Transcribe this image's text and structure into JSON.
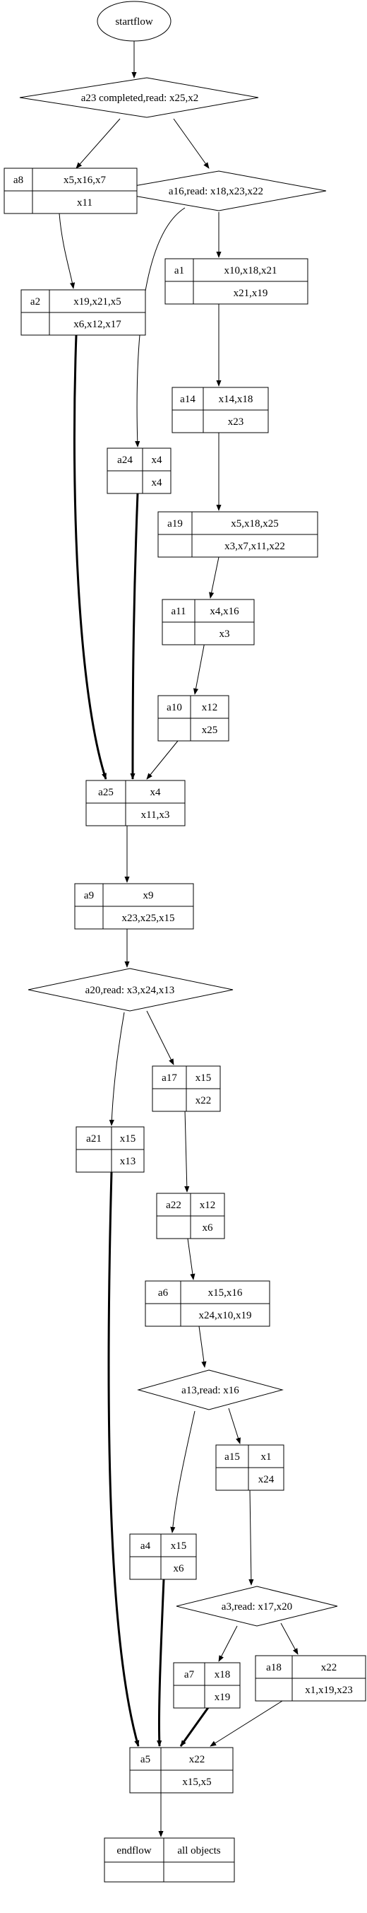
{
  "diagram": {
    "terminals": {
      "start": "startflow",
      "end_label": "endflow",
      "end_value": "all objects"
    },
    "decisions": {
      "d_a23": "a23 completed,read: x25,x2",
      "d_a16": "a16,read: x18,x23,x22",
      "d_a20": "a20,read: x3,x24,x13",
      "d_a13": "a13,read: x16",
      "d_a3": "a3,read: x17,x20"
    },
    "activities": {
      "a8": {
        "name": "a8",
        "writes": "x5,x16,x7",
        "reads": "x11"
      },
      "a1": {
        "name": "a1",
        "writes": "x10,x18,x21",
        "reads": "x21,x19"
      },
      "a2": {
        "name": "a2",
        "writes": "x19,x21,x5",
        "reads": "x6,x12,x17"
      },
      "a14": {
        "name": "a14",
        "writes": "x14,x18",
        "reads": "x23"
      },
      "a24": {
        "name": "a24",
        "writes": "x4",
        "reads": "x4"
      },
      "a19": {
        "name": "a19",
        "writes": "x5,x18,x25",
        "reads": "x3,x7,x11,x22"
      },
      "a11": {
        "name": "a11",
        "writes": "x4,x16",
        "reads": "x3"
      },
      "a10": {
        "name": "a10",
        "writes": "x12",
        "reads": "x25"
      },
      "a25": {
        "name": "a25",
        "writes": "x4",
        "reads": "x11,x3"
      },
      "a9": {
        "name": "a9",
        "writes": "x9",
        "reads": "x23,x25,x15"
      },
      "a17": {
        "name": "a17",
        "writes": "x15",
        "reads": "x22"
      },
      "a21": {
        "name": "a21",
        "writes": "x15",
        "reads": "x13"
      },
      "a22": {
        "name": "a22",
        "writes": "x12",
        "reads": "x6"
      },
      "a6": {
        "name": "a6",
        "writes": "x15,x16",
        "reads": "x24,x10,x19"
      },
      "a15": {
        "name": "a15",
        "writes": "x1",
        "reads": "x24"
      },
      "a4": {
        "name": "a4",
        "writes": "x15",
        "reads": "x6"
      },
      "a7": {
        "name": "a7",
        "writes": "x18",
        "reads": "x19"
      },
      "a18": {
        "name": "a18",
        "writes": "x22",
        "reads": "x1,x19,x23"
      },
      "a5": {
        "name": "a5",
        "writes": "x22",
        "reads": "x15,x5"
      }
    }
  }
}
